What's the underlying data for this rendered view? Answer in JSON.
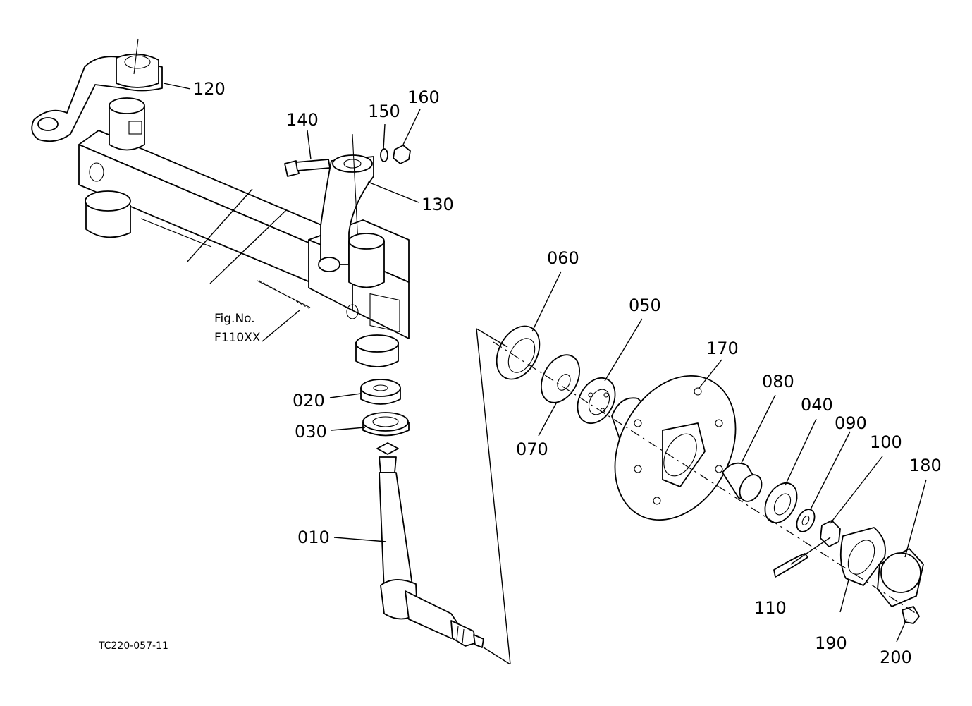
{
  "diagram": {
    "figure_reference": {
      "line1": "Fig.No.",
      "line2": "F110XX"
    },
    "drawing_code": "TC220-057-11",
    "callouts": {
      "p120": "120",
      "p140": "140",
      "p150": "150",
      "p160": "160",
      "p130": "130",
      "p060": "060",
      "p050": "050",
      "p170": "170",
      "p080": "080",
      "p040": "040",
      "p090": "090",
      "p100": "100",
      "p180": "180",
      "p070": "070",
      "p020": "020",
      "p030": "030",
      "p010": "010",
      "p110": "110",
      "p190": "190",
      "p200": "200"
    }
  }
}
